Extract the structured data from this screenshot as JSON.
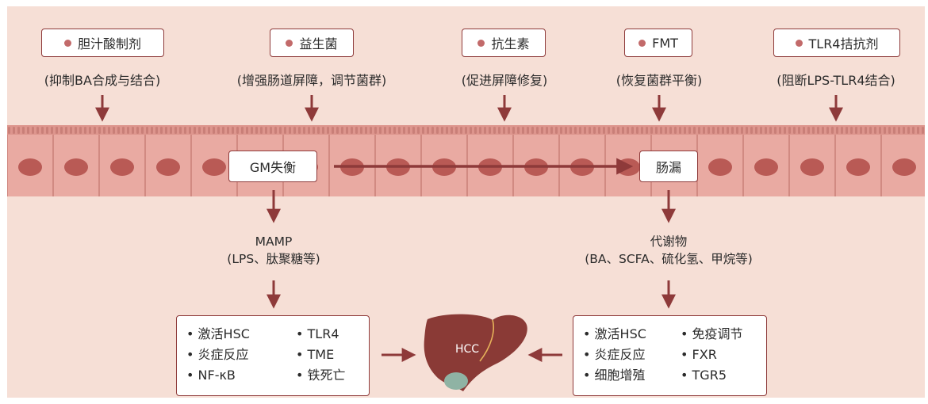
{
  "treatments": [
    {
      "id": "bile",
      "label": "胆汁酸制剂",
      "desc": "(抑制BA合成与结合)"
    },
    {
      "id": "probiotics",
      "label": "益生菌",
      "desc": "(增强肠道屏障，调节菌群)"
    },
    {
      "id": "antibiotics",
      "label": "抗生素",
      "desc": "(促进屏障修复)"
    },
    {
      "id": "fmt",
      "label": "FMT",
      "desc": "(恢复菌群平衡)"
    },
    {
      "id": "tlr4",
      "label": "TLR4拮抗剂",
      "desc": "(阻断LPS-TLR4结合)"
    }
  ],
  "nodes": {
    "gm_imbalance": "GM失衡",
    "leaky_gut": "肠漏"
  },
  "mamp": {
    "line1": "MAMP",
    "line2": "(LPS、肽聚糖等)"
  },
  "metabolites": {
    "line1": "代谢物",
    "line2": "(BA、SCFA、硫化氢、甲烷等)"
  },
  "left_effects": {
    "col1": [
      "激活HSC",
      "炎症反应",
      "NF-κB"
    ],
    "col2": [
      "TLR4",
      "TME",
      "铁死亡"
    ]
  },
  "right_effects": {
    "col1": [
      "激活HSC",
      "炎症反应",
      "细胞增殖"
    ],
    "col2": [
      "免疫调节",
      "FXR",
      "TGR5"
    ]
  },
  "liver_label": "HCC",
  "colors": {
    "background": "#f6dfd6",
    "cell": "#e9aaa2",
    "nucleus": "#b95a55",
    "border": "#8e3a3a",
    "arrow": "#8e3a3a",
    "dot": "#c26a6a",
    "liver": "#8a3a36",
    "gallbladder": "#8fb3a4"
  }
}
